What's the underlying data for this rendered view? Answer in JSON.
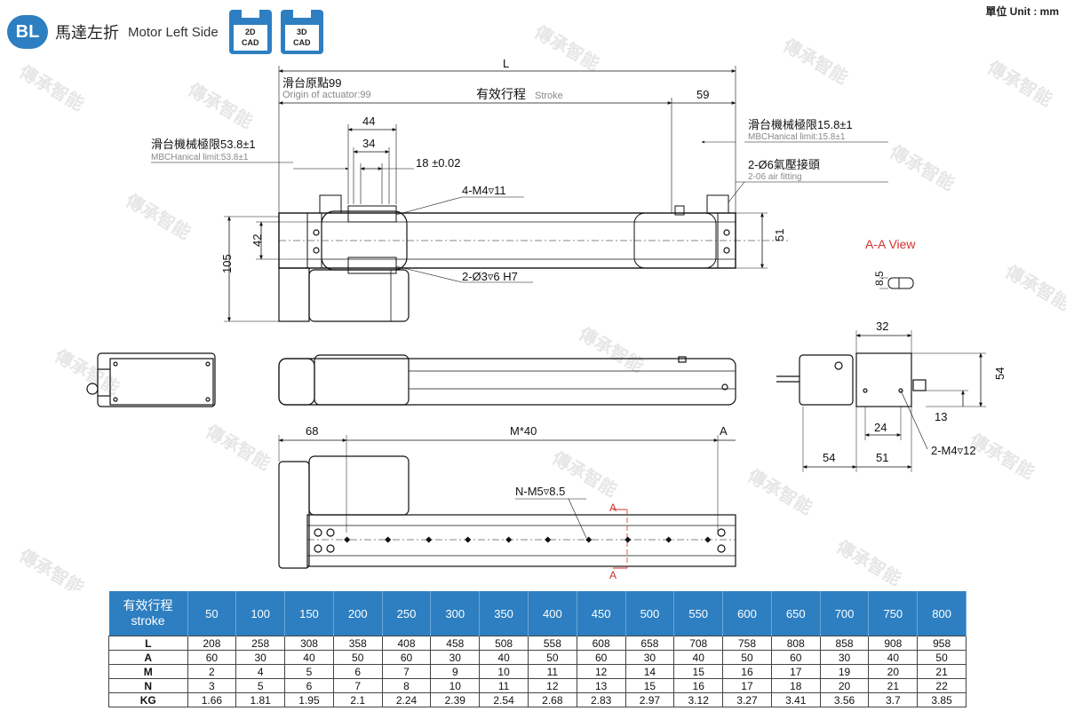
{
  "header": {
    "badge": "BL",
    "title_cn": "馬達左折",
    "title_en": "Motor Left Side",
    "cad": [
      {
        "line1": "2D",
        "line2": "CAD"
      },
      {
        "line1": "3D",
        "line2": "CAD"
      }
    ],
    "unit": "單位 Unit : mm"
  },
  "watermark": "傳承智能",
  "labels": {
    "L": "L",
    "origin_cn": "滑台原點99",
    "origin_en": "Origin of actuator:99",
    "stroke": "有效行程",
    "stroke_en": "Stroke",
    "d59": "59",
    "d44": "44",
    "d34": "34",
    "d18": "18 ±0.02",
    "mech_left_cn": "滑台機械極限53.8±1",
    "mech_left_en": "MBCHanical limit:53.8±1",
    "mech_right_cn": "滑台機械極限15.8±1",
    "mech_right_en": "MBCHanical limit:15.8±1",
    "air_cn": "2-Ø6氣壓接頭",
    "air_en": "2-06 air fitting",
    "m4_11": "4-M4▿11",
    "d42": "42",
    "d105": "105",
    "d51": "51",
    "dowel": "2-Ø3▿6 H7",
    "aa_view": "A-A View",
    "d8_5": "8.5",
    "d32": "32",
    "d54": "54",
    "d13": "13",
    "d24": "24",
    "d54b": "54",
    "d51b": "51",
    "m4_12": "2-M4▿12",
    "d68": "68",
    "m40": "M*40",
    "dimA": "A",
    "nm5": "N-M5▿8.5",
    "secA": "A"
  },
  "table": {
    "header_label": [
      "有效行程",
      "stroke"
    ],
    "strokes": [
      "50",
      "100",
      "150",
      "200",
      "250",
      "300",
      "350",
      "400",
      "450",
      "500",
      "550",
      "600",
      "650",
      "700",
      "750",
      "800"
    ],
    "rows": [
      {
        "label": "L",
        "values": [
          "208",
          "258",
          "308",
          "358",
          "408",
          "458",
          "508",
          "558",
          "608",
          "658",
          "708",
          "758",
          "808",
          "858",
          "908",
          "958"
        ]
      },
      {
        "label": "A",
        "values": [
          "60",
          "30",
          "40",
          "50",
          "60",
          "30",
          "40",
          "50",
          "60",
          "30",
          "40",
          "50",
          "60",
          "30",
          "40",
          "50"
        ]
      },
      {
        "label": "M",
        "values": [
          "2",
          "4",
          "5",
          "6",
          "7",
          "9",
          "10",
          "11",
          "12",
          "14",
          "15",
          "16",
          "17",
          "19",
          "20",
          "21"
        ]
      },
      {
        "label": "N",
        "values": [
          "3",
          "5",
          "6",
          "7",
          "8",
          "10",
          "11",
          "12",
          "13",
          "15",
          "16",
          "17",
          "18",
          "20",
          "21",
          "22"
        ]
      },
      {
        "label": "KG",
        "values": [
          "1.66",
          "1.81",
          "1.95",
          "2.1",
          "2.24",
          "2.39",
          "2.54",
          "2.68",
          "2.83",
          "2.97",
          "3.12",
          "3.27",
          "3.41",
          "3.56",
          "3.7",
          "3.85"
        ]
      }
    ]
  }
}
